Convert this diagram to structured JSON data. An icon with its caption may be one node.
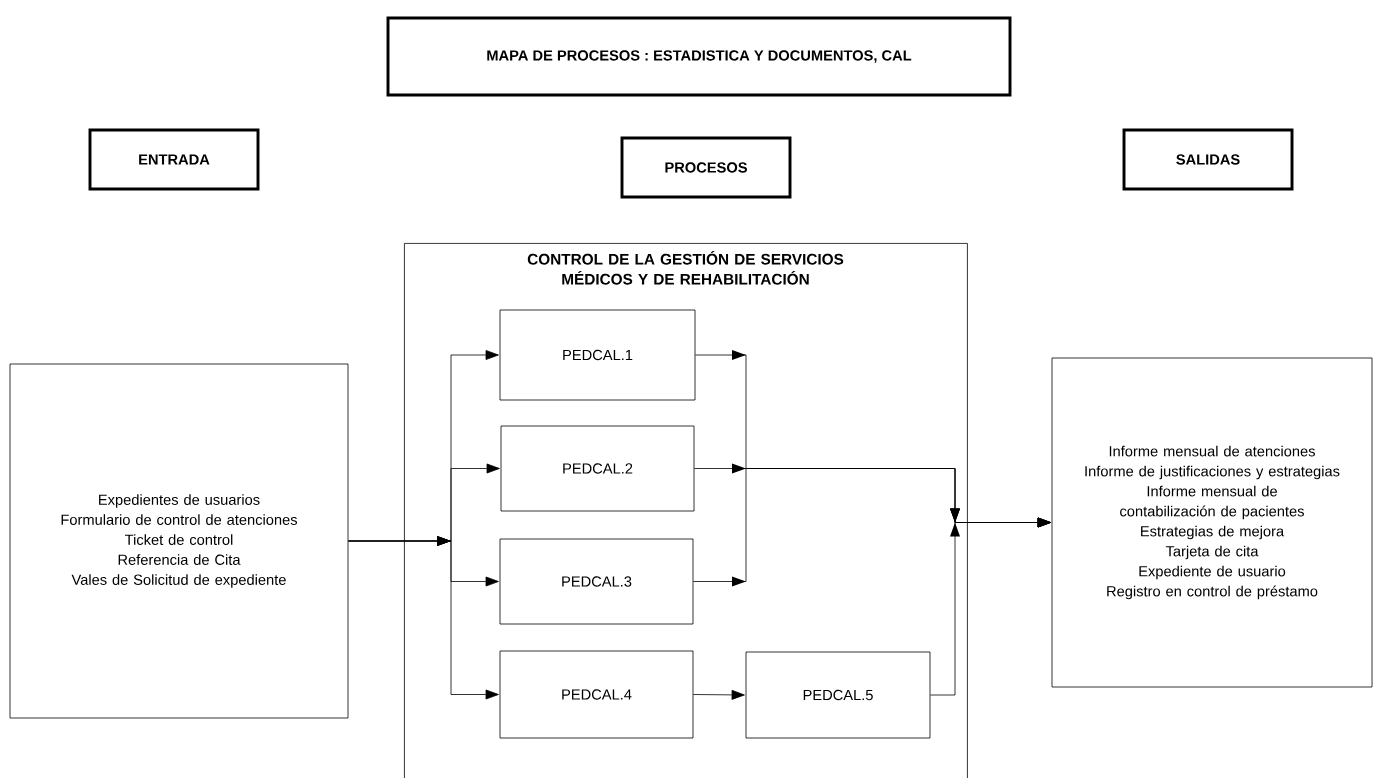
{
  "diagram": {
    "nodes": [
      {
        "text": [
          "MAPA DE PROCESOS : ESTADISTICA Y DOCUMENTOS, CAL"
        ]
      },
      {
        "text": [
          "ENTRADA"
        ]
      },
      {
        "text": [
          "PROCESOS"
        ]
      },
      {
        "text": [
          "SALIDAS"
        ]
      },
      {
        "text": [
          "CONTROL DE LA GESTIÓN DE SERVICIOS MÉDICOS Y DE REHABILITACIÓN"
        ]
      },
      {
        "text": [
          "Expedientes de usuarios",
          "Formulario de control de atenciones",
          "Ticket de control",
          "Referencia de Cita",
          "Vales de Solicitud de expediente"
        ]
      },
      {
        "text": [
          "PEDCAL.1"
        ],
        "in": 4
      },
      {
        "text": [
          "PEDCAL.2"
        ],
        "in": 4
      },
      {
        "text": [
          "PEDCAL.3"
        ],
        "in": 4
      },
      {
        "text": [
          "PEDCAL.4"
        ],
        "in": 4
      },
      {
        "text": [
          "PEDCAL.5"
        ],
        "in": 4
      },
      {
        "text": [
          "Informe mensual de atenciones",
          "Informe de justificaciones y estrategias",
          "Informe mensual de contabilización de pacientes",
          "Estrategias de mejora",
          "Tarjeta de cita",
          "Expediente de usuario",
          "Registro en control de préstamo"
        ]
      }
    ],
    "edges": [
      {
        "from": 5,
        "to": 6,
        "arrow": "to"
      },
      {
        "from": 5,
        "to": 7,
        "arrow": "to"
      },
      {
        "from": 5,
        "to": 8,
        "arrow": "to"
      },
      {
        "from": 5,
        "to": 9,
        "arrow": "to"
      },
      {
        "from": 6,
        "to": 11,
        "arrow": "to"
      },
      {
        "from": 7,
        "to": 11,
        "arrow": "to"
      },
      {
        "from": 8,
        "to": 11,
        "arrow": "to"
      },
      {
        "from": 9,
        "to": 10,
        "arrow": "to"
      },
      {
        "from": 10,
        "to": 11,
        "arrow": "to"
      }
    ]
  }
}
